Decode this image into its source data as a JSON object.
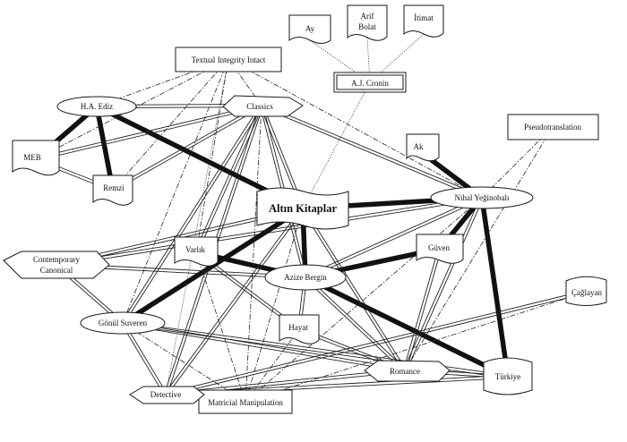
{
  "nodes": {
    "ay": "Ay",
    "arif_bolat_line1": "Arif",
    "arif_bolat_line2": "Bolat",
    "itimat": "İtimat",
    "textual_integrity": "Textual Integrity Intact",
    "aj_cronin": "A.J. Cronin",
    "ha_ediz": "H.A. Ediz",
    "classics": "Classics",
    "pseudotranslation": "Pseudotranslation",
    "meb": "MEB",
    "ak": "Ak",
    "remzi": "Remzi",
    "altin_kitaplar": "Altın Kitaplar",
    "nihal_yeginobali": "Nihal Yeğinobalı",
    "contemporary_canonical_line1": "Contemporary",
    "contemporary_canonical_line2": "Canonical",
    "varlik": "Varlık",
    "guven": "Güven",
    "azize_bergin": "Azize Bergin",
    "caglayan": "Çağlayan",
    "gonul_suveren": "Gönül Suveren",
    "hayat": "Hayat",
    "romance": "Romance",
    "turkiye": "Türkiye",
    "detective": "Detective",
    "matricial_manipulation": "Matricial Manipulation"
  },
  "legend_note": ""
}
